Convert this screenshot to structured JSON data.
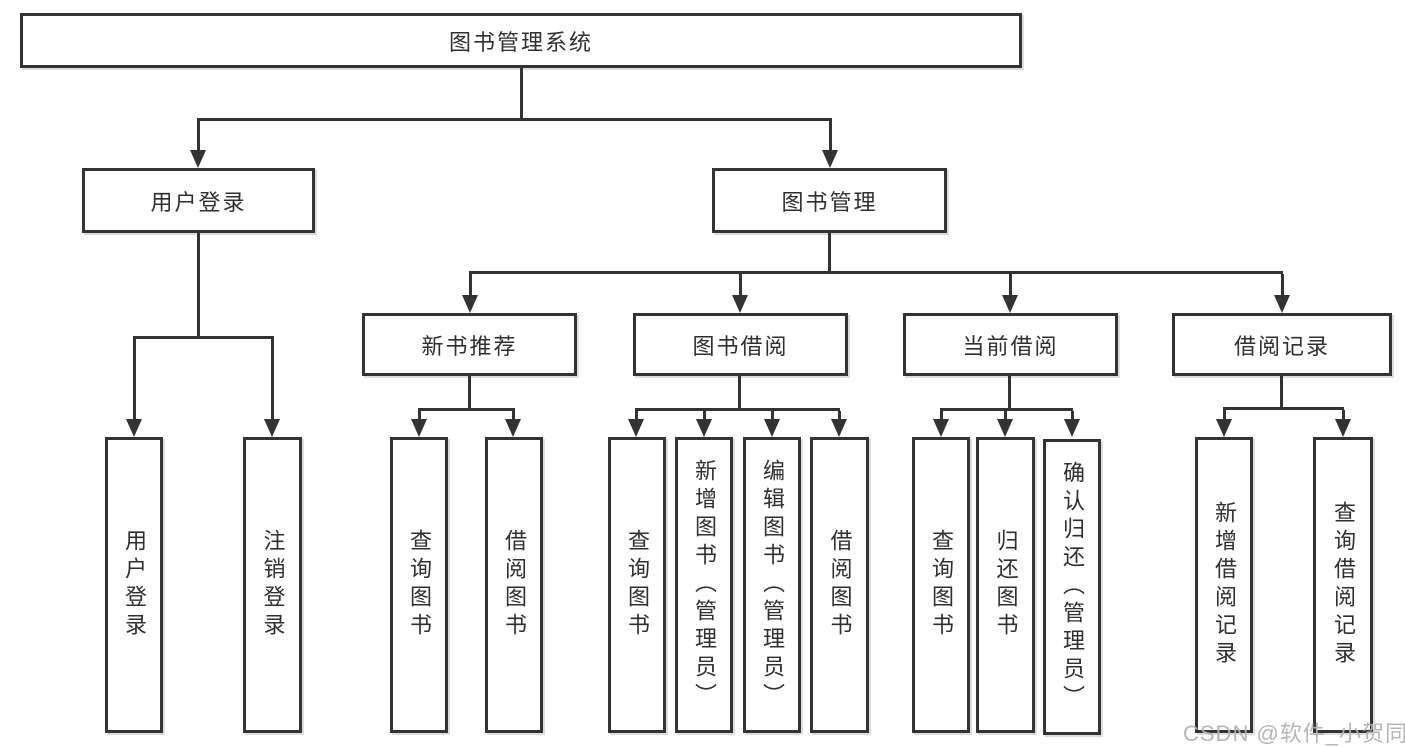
{
  "diagram": {
    "root": {
      "label": "图书管理系统"
    },
    "level2": {
      "login": {
        "label": "用户登录"
      },
      "management": {
        "label": "图书管理"
      }
    },
    "level3": {
      "new_book": {
        "label": "新书推荐"
      },
      "borrow": {
        "label": "图书借阅"
      },
      "current": {
        "label": "当前借阅"
      },
      "records": {
        "label": "借阅记录"
      }
    },
    "leaves": {
      "user_login": {
        "label": "用户登录"
      },
      "logout": {
        "label": "注销登录"
      },
      "newbook_query": {
        "label": "查询图书"
      },
      "newbook_borrow": {
        "label": "借阅图书"
      },
      "borrow_query": {
        "label": "查询图书"
      },
      "borrow_add": {
        "label": "新增图书（管理员）"
      },
      "borrow_edit": {
        "label": "编辑图书（管理员）"
      },
      "borrow_lend": {
        "label": "借阅图书"
      },
      "current_query": {
        "label": "查询图书"
      },
      "current_return": {
        "label": "归还图书"
      },
      "current_confirm": {
        "label": "确认归还（管理员）"
      },
      "records_add": {
        "label": "新增借阅记录"
      },
      "records_query": {
        "label": "查询借阅记录"
      }
    }
  },
  "watermark": {
    "text": "CSDN @软件_小贺同学"
  },
  "colors": {
    "line": "#333333",
    "text": "#2f2f2f",
    "background": "#ffffff",
    "watermark": "#b2b2b2"
  }
}
